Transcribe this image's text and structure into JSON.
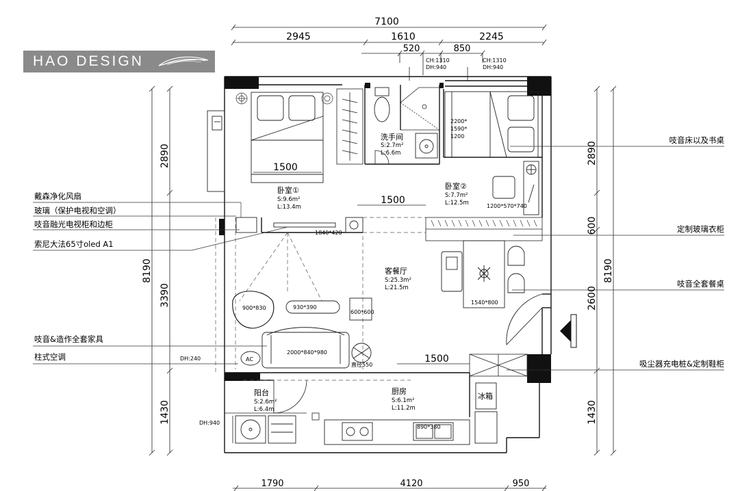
{
  "brand": {
    "name": "HAO DESIGN"
  },
  "dimensions": {
    "top_total": "7100",
    "top_row": [
      "2945",
      "1610",
      "2245"
    ],
    "top_sub": [
      "520",
      "850"
    ],
    "left_total": "8190",
    "left_row": [
      "2890",
      "3390",
      "1430"
    ],
    "right_total": "8190",
    "right_row": [
      "2890",
      "600",
      "2600",
      "1430"
    ],
    "bottom_row": [
      "1790",
      "4120",
      "950"
    ]
  },
  "window_notes": {
    "w1_ch": "CH:1310",
    "w1_dh": "DH:940",
    "w2_ch": "CH:1310",
    "w2_dh": "DH:940"
  },
  "rooms": {
    "bedroom1": {
      "name": "卧室①",
      "area": "S:9.6m²",
      "perimeter": "L:13.4m"
    },
    "bathroom": {
      "name": "洗手间",
      "area": "S:2.7m²",
      "perimeter": "L:6.6m"
    },
    "bedroom2": {
      "name": "卧室②",
      "area": "S:7.7m²",
      "perimeter": "L:12.5m"
    },
    "living": {
      "name": "客餐厅",
      "area": "S:25.3m²",
      "perimeter": "L:21.5m"
    },
    "balcony": {
      "name": "阳台",
      "area": "S:2.6m²",
      "perimeter": "L:6.4m"
    },
    "kitchen": {
      "name": "厨房",
      "area": "S:6.1m²",
      "perimeter": "L:11.2m"
    }
  },
  "inner_labels": {
    "bed1_width": "1500",
    "passage1": "1500",
    "passage2": "1500",
    "tv_size": "1840*420",
    "bed2_size": "2200*\n1590*\n1200",
    "bed2_line1": "2200*",
    "bed2_line2": "1590*",
    "bed2_line3": "1200",
    "desk_size": "1200*570*740",
    "dining_size": "1540*800",
    "chair_size": "900*830",
    "table_size": "930*390",
    "side_size": "600*600",
    "sofa_size": "2000*840*980",
    "rug_size": "直径550",
    "sink_size": "890*380",
    "ac_label": "AC",
    "ac_dh": "DH:240",
    "balcony_dh": "DH:940",
    "fridge": "冰箱"
  },
  "left_annotations": [
    "戴森净化风扇",
    "玻璃（保护电视和空调）",
    "吱音融光电视柜和边柜",
    "索尼大法65寸oled A1",
    "吱音&造作全套家具",
    "柱式空调"
  ],
  "right_annotations": [
    "吱音床以及书桌",
    "定制玻璃衣柜",
    "吱音全套餐桌",
    "吸尘器充电桩&定制鞋柜"
  ]
}
